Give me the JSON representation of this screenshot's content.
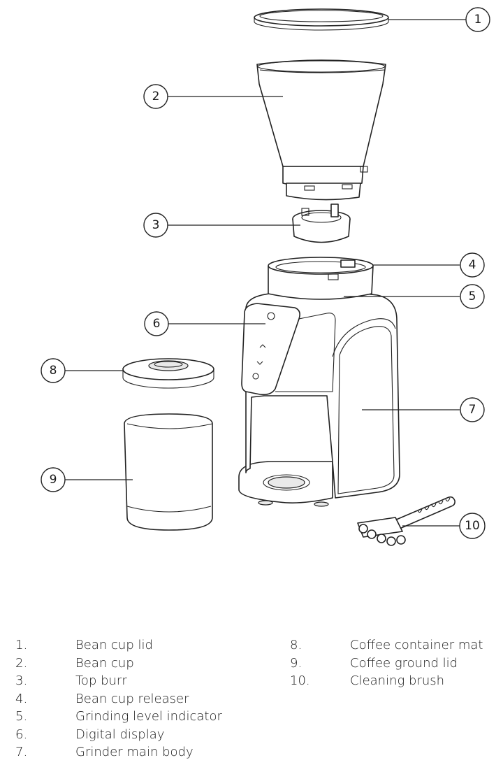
{
  "callouts": [
    {
      "num": "1"
    },
    {
      "num": "2"
    },
    {
      "num": "3"
    },
    {
      "num": "4"
    },
    {
      "num": "5"
    },
    {
      "num": "6"
    },
    {
      "num": "7"
    },
    {
      "num": "8"
    },
    {
      "num": "9"
    },
    {
      "num": "10"
    }
  ],
  "legend": {
    "left": [
      {
        "num": "1.",
        "label": "Bean cup lid"
      },
      {
        "num": "2.",
        "label": "Bean cup"
      },
      {
        "num": "3.",
        "label": "Top burr"
      },
      {
        "num": "4.",
        "label": "Bean cup releaser"
      },
      {
        "num": "5.",
        "label": "Grinding level indicator"
      },
      {
        "num": "6.",
        "label": "Digital display"
      },
      {
        "num": "7.",
        "label": "Grinder main body"
      }
    ],
    "right": [
      {
        "num": "8.",
        "label": "Coffee container mat"
      },
      {
        "num": "9.",
        "label": "Coffee ground lid"
      },
      {
        "num": "10.",
        "label": "Cleaning brush"
      }
    ]
  }
}
